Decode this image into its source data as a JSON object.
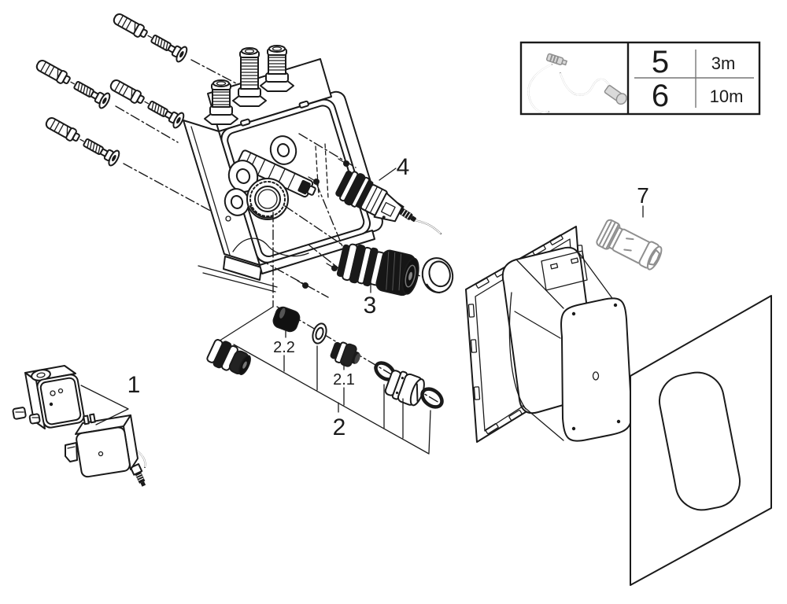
{
  "diagram": {
    "labels": {
      "part1": "1",
      "part2": "2",
      "part2_1": "2.1",
      "part2_2": "2.2",
      "part3": "3",
      "part4": "4",
      "part7": "7"
    }
  },
  "legend_table": {
    "icon": "cable-icon",
    "rows": [
      {
        "item": "5",
        "length": "3m"
      },
      {
        "item": "6",
        "length": "10m"
      }
    ]
  },
  "colors": {
    "line": "#1a1a1a",
    "muted": "#8f8f8f",
    "background": "#ffffff"
  }
}
